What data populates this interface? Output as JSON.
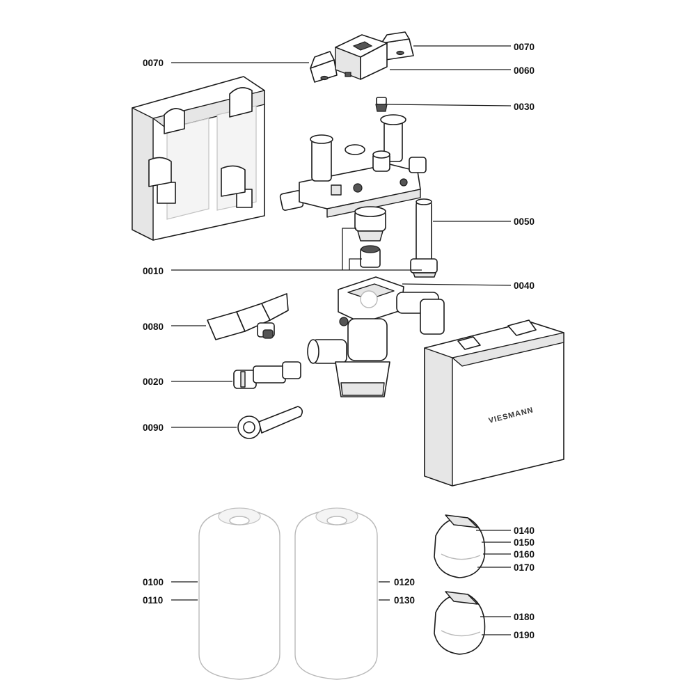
{
  "brand_label": "VIESMANN",
  "callouts": [
    {
      "id": "c0070a",
      "label": "0070"
    },
    {
      "id": "c0070b",
      "label": "0070"
    },
    {
      "id": "c0060",
      "label": "0060"
    },
    {
      "id": "c0030",
      "label": "0030"
    },
    {
      "id": "c0050",
      "label": "0050"
    },
    {
      "id": "c0010",
      "label": "0010"
    },
    {
      "id": "c0040",
      "label": "0040"
    },
    {
      "id": "c0080",
      "label": "0080"
    },
    {
      "id": "c0020",
      "label": "0020"
    },
    {
      "id": "c0090",
      "label": "0090"
    },
    {
      "id": "c0100",
      "label": "0100"
    },
    {
      "id": "c0110",
      "label": "0110"
    },
    {
      "id": "c0120",
      "label": "0120"
    },
    {
      "id": "c0130",
      "label": "0130"
    },
    {
      "id": "c0140",
      "label": "0140"
    },
    {
      "id": "c0150",
      "label": "0150"
    },
    {
      "id": "c0160",
      "label": "0160"
    },
    {
      "id": "c0170",
      "label": "0170"
    },
    {
      "id": "c0180",
      "label": "0180"
    },
    {
      "id": "c0190",
      "label": "0190"
    }
  ]
}
